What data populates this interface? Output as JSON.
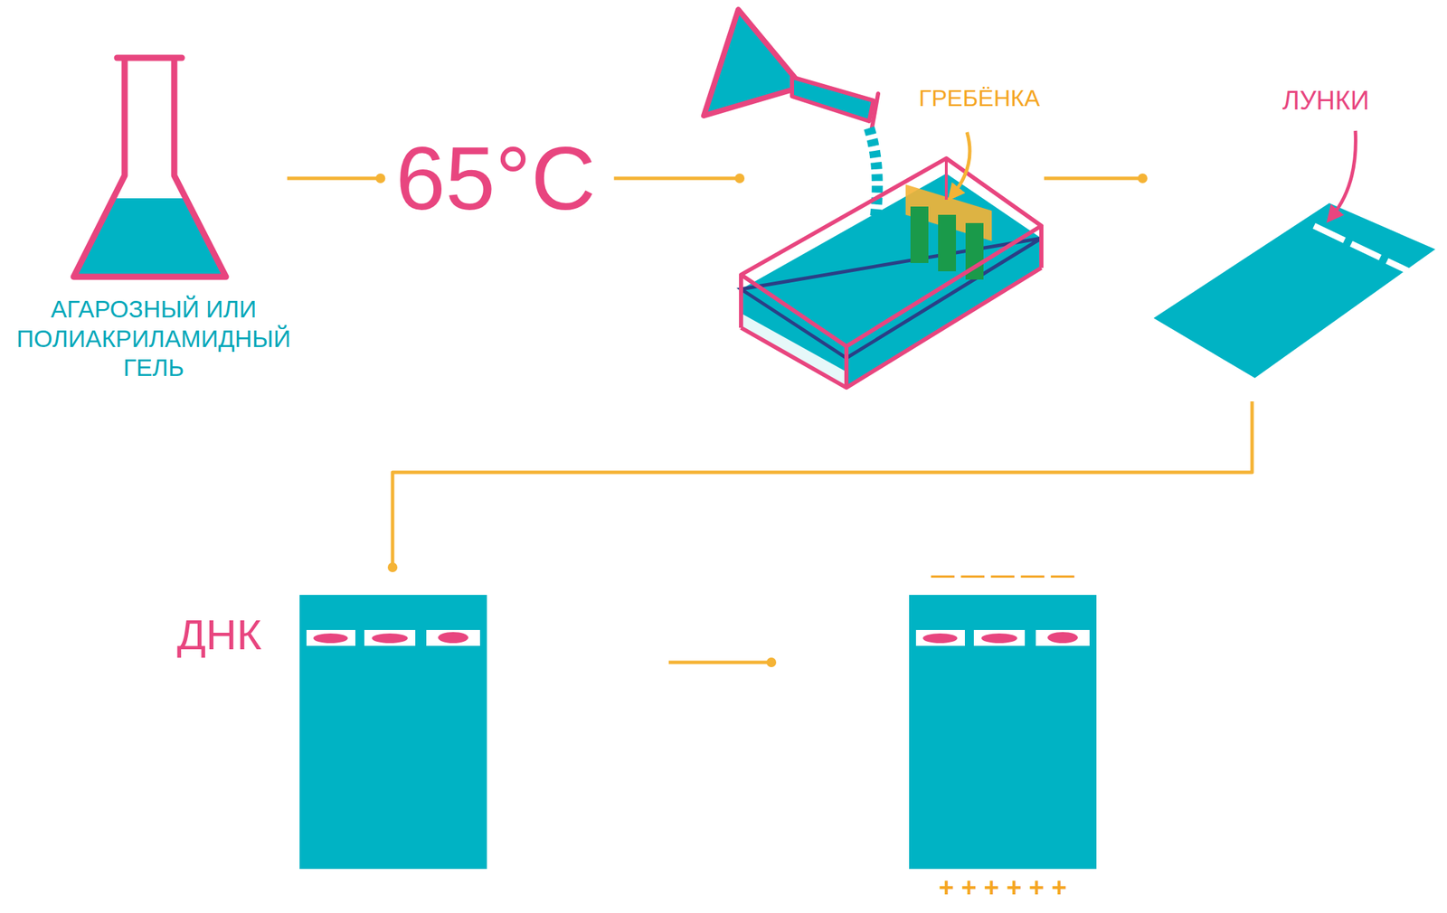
{
  "diagram": {
    "nodes": [
      {
        "text": [
          "АГАРОЗНЫЙ ИЛИ ПОЛИАКРИЛАМИДНЫЙ ГЕЛЬ"
        ]
      },
      {
        "text": [
          "65°C"
        ]
      },
      {
        "text": [
          "ГРЕБЁНКА"
        ]
      },
      {
        "text": [
          "ЛУНКИ"
        ]
      },
      {
        "text": [
          "ДНК"
        ]
      },
      {
        "text": [
          "— — — — —",
          "+ + + + + +"
        ]
      }
    ],
    "edges": [
      {
        "from": 0,
        "to": 1,
        "arrow": "none"
      },
      {
        "from": 1,
        "to": 2,
        "arrow": "none"
      },
      {
        "from": 2,
        "to": 3,
        "arrow": "none"
      },
      {
        "from": 3,
        "to": 4,
        "arrow": "none"
      },
      {
        "from": 4,
        "to": 5,
        "arrow": "none"
      }
    ]
  }
}
